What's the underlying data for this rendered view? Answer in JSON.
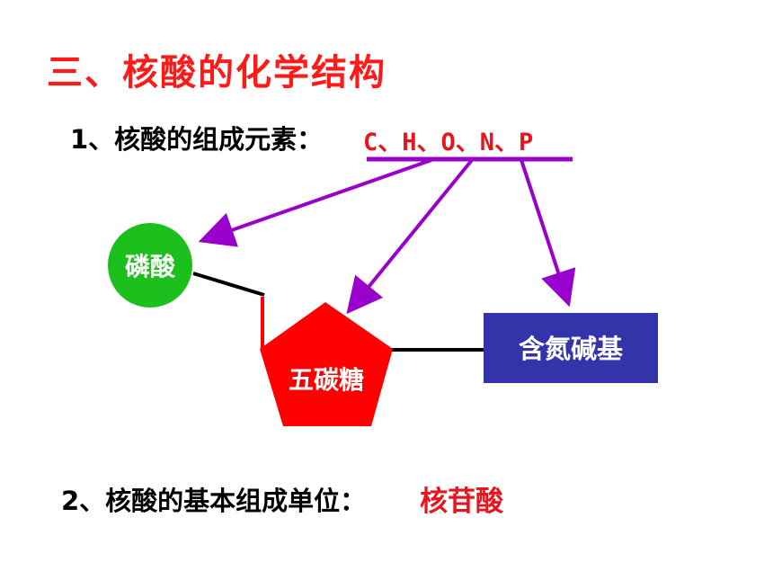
{
  "title": "三、核酸的化学结构",
  "section1": {
    "label": "1、核酸的组成元素：",
    "elements": "C、H、O、N、P"
  },
  "section2": {
    "label": "2、核酸的基本组成单位：",
    "answer": "核苷酸"
  },
  "diagram": {
    "phosphate": "磷酸",
    "pentose": "五碳糖",
    "base": "含氮碱基"
  },
  "colors": {
    "title": "#ff1a1a",
    "highlight": "#e8141e",
    "arrow": "#9900cc",
    "phosphate": "#1dbf1d",
    "pentose": "#ff0000",
    "base": "#3333aa"
  }
}
